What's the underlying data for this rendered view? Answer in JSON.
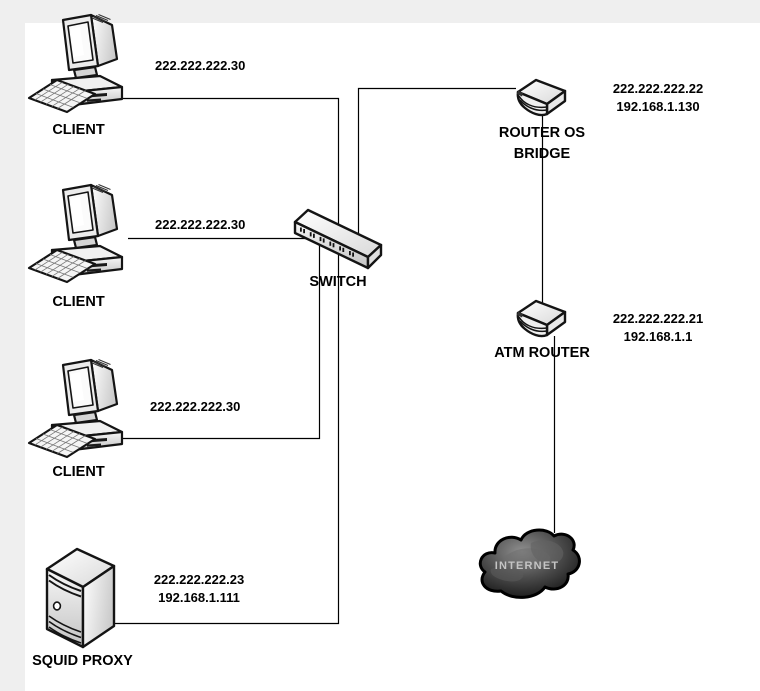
{
  "colors": {
    "background": "#efefef",
    "surface": "#ffffff",
    "line": "#000000",
    "text": "#000000",
    "cloud_text": "#c4c4c4"
  },
  "nodes": {
    "client1": {
      "label": "CLIENT",
      "ip": "222.222.222.30"
    },
    "client2": {
      "label": "CLIENT",
      "ip": "222.222.222.30"
    },
    "client3": {
      "label": "CLIENT",
      "ip": "222.222.222.30"
    },
    "switch": {
      "label": "SWITCH"
    },
    "router_os_bridge": {
      "label_line1": "ROUTER OS",
      "label_line2": "BRIDGE",
      "ip_public": "222.222.222.22",
      "ip_private": "192.168.1.130"
    },
    "atm_router": {
      "label": "ATM ROUTER",
      "ip_public": "222.222.222.21",
      "ip_private": "192.168.1.1"
    },
    "squid_proxy": {
      "label": "SQUID PROXY",
      "ip_public": "222.222.222.23",
      "ip_private": "192.168.1.111"
    },
    "internet": {
      "label": "INTERNET"
    }
  }
}
